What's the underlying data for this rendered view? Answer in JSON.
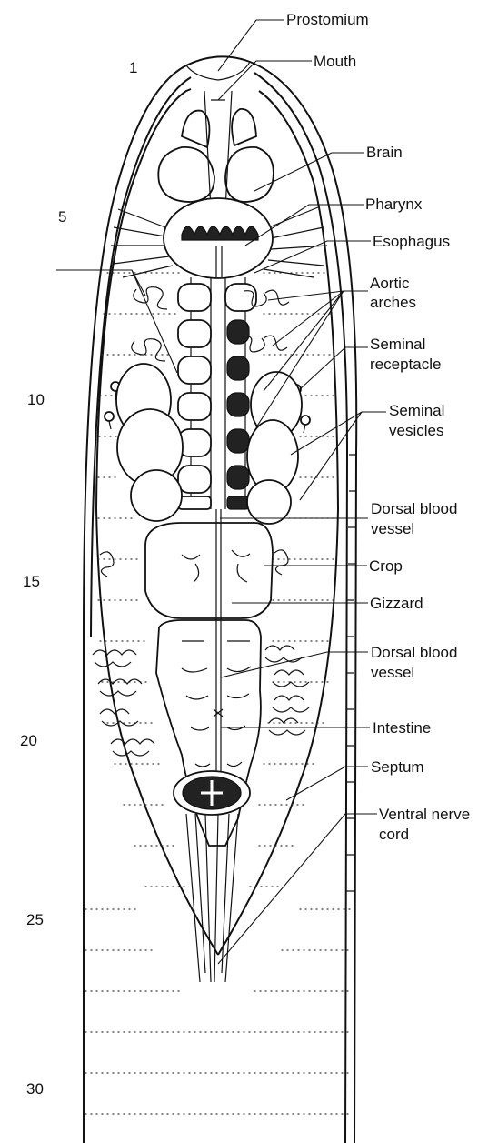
{
  "labels": {
    "prostomium": "Prostomium",
    "mouth": "Mouth",
    "brain": "Brain",
    "pharynx": "Pharynx",
    "esophagus": "Esophagus",
    "aortic_1": "Aortic",
    "aortic_2": "arches",
    "seminal_receptacle_1": "Seminal",
    "seminal_receptacle_2": "receptacle",
    "seminal_vesicles_1": "Seminal",
    "seminal_vesicles_2": "vesicles",
    "dorsal_vessel_a_1": "Dorsal blood",
    "dorsal_vessel_a_2": "vessel",
    "crop": "Crop",
    "gizzard": "Gizzard",
    "dorsal_vessel_b_1": "Dorsal blood",
    "dorsal_vessel_b_2": "vessel",
    "intestine": "Intestine",
    "septum": "Septum",
    "nerve_cord_1": "Ventral nerve",
    "nerve_cord_2": "cord"
  },
  "segment_numbers": [
    "1",
    "5",
    "10",
    "15",
    "20",
    "25",
    "30"
  ]
}
